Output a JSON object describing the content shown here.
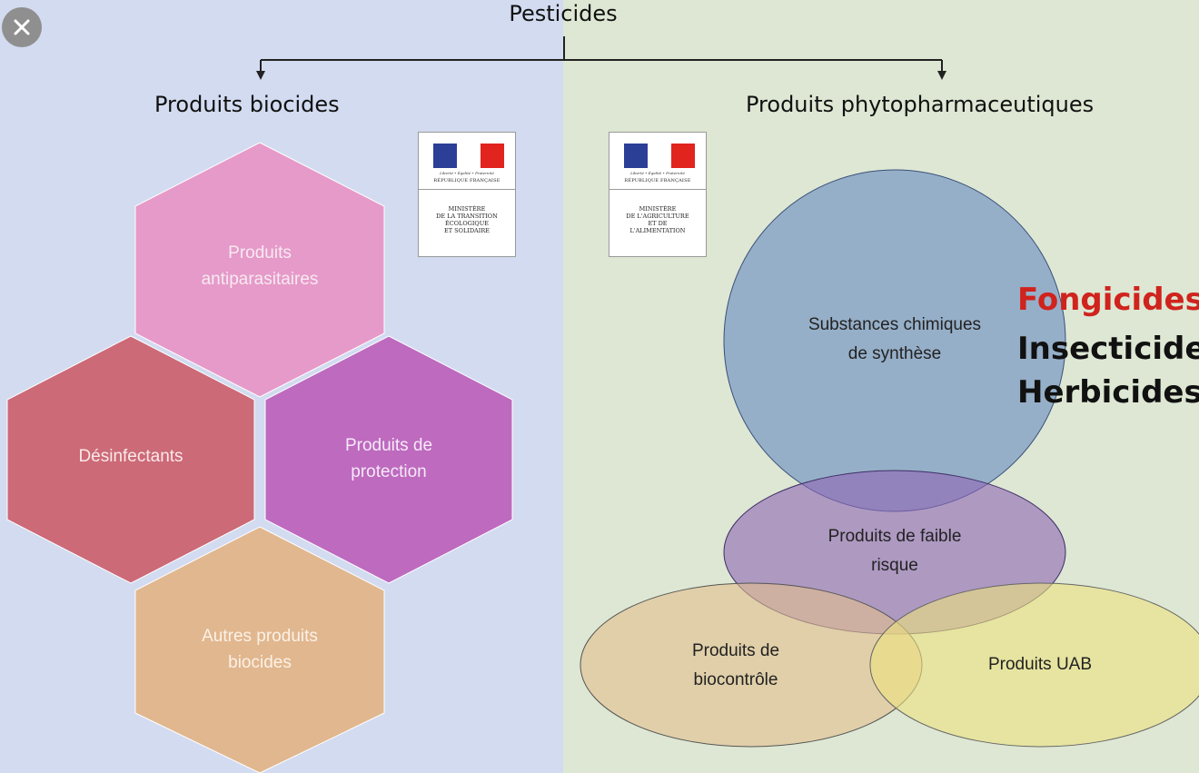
{
  "close_icon": "close-icon",
  "diagram": {
    "title": "Pesticides",
    "biocides": {
      "title": "Produits biocides",
      "ministry_logo": {
        "devise": "Liberté • Égalité • Fraternité",
        "republic": "RÉPUBLIQUE FRANÇAISE",
        "ministry_lines": [
          "MINISTÈRE",
          "DE LA TRANSITION",
          "ÉCOLOGIQUE",
          "ET SOLIDAIRE"
        ]
      },
      "categories": [
        {
          "lines": [
            "Produits",
            "antiparasitaires"
          ],
          "color": "#e69ac9"
        },
        {
          "lines": [
            "Désinfectants"
          ],
          "color": "#cc6a77"
        },
        {
          "lines": [
            "Produits de",
            "protection"
          ],
          "color": "#bd6abf"
        },
        {
          "lines": [
            "Autres produits",
            "biocides"
          ],
          "color": "#e1b78f"
        }
      ]
    },
    "phyto": {
      "title": "Produits phytopharmaceutiques",
      "ministry_logo": {
        "devise": "Liberté • Égalité • Fraternité",
        "republic": "RÉPUBLIQUE FRANÇAISE",
        "ministry_lines": [
          "MINISTÈRE",
          "DE L'AGRICULTURE",
          "ET DE",
          "L'ALIMENTATION"
        ]
      },
      "sets": [
        {
          "lines": [
            "Substances chimiques",
            "de synthèse"
          ],
          "color": "#7d9cc4"
        },
        {
          "lines": [
            "Produits de faible",
            "risque"
          ],
          "color": "#8f66b6"
        },
        {
          "lines": [
            "Produits de",
            "biocontrôle"
          ],
          "color": "#e2bf8e"
        },
        {
          "lines": [
            "Produits UAB"
          ],
          "color": "#ece27e"
        }
      ],
      "types": [
        {
          "label": "Fongicides",
          "color": "#d0231d"
        },
        {
          "label": "Insecticides",
          "color": "#111111"
        },
        {
          "label": "Herbicides",
          "color": "#111111"
        }
      ]
    }
  }
}
